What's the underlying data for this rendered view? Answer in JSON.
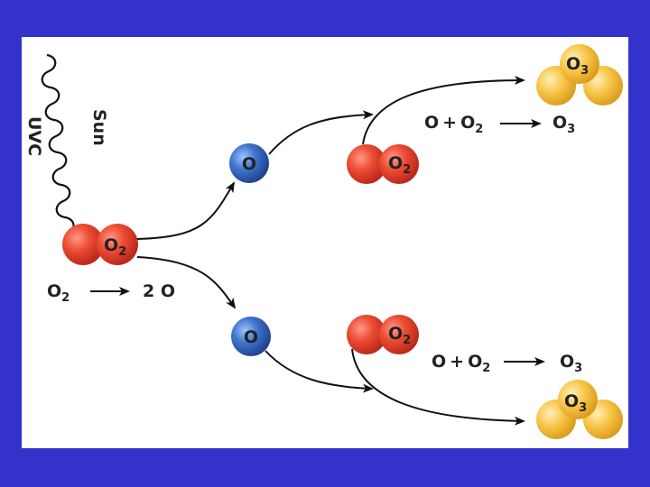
{
  "colors": {
    "background": "#3333cc",
    "panel": "#ffffff",
    "oxygen_atom": "#e8472e",
    "single_oxygen": "#3a6fc4",
    "ozone_atom": "#f7c24a",
    "arrow": "#111111"
  },
  "sun_label": "Sun",
  "uvc_label": "UVC",
  "o2_label": "O",
  "o2_sub": "2",
  "o_label": "O",
  "o3_label": "O",
  "o3_sub": "3",
  "reaction1": {
    "left": "O",
    "left_sub": "2",
    "right": "2 O"
  },
  "reaction2": {
    "lhs_o": "O",
    "plus": "+",
    "lhs_o2": "O",
    "lhs_o2_sub": "2",
    "rhs": "O",
    "rhs_sub": "3"
  }
}
